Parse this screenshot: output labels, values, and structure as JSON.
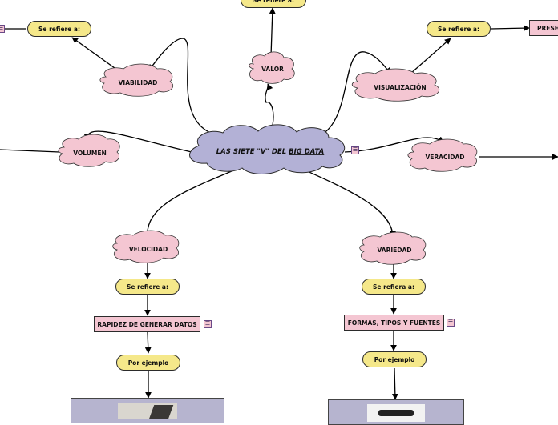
{
  "map": {
    "central_label": "LAS SIETE \"V\" DEL BIG DATA",
    "central_prefix": "LAS SIETE \"V\" DEL ",
    "central_underlined": "BIG DATA",
    "clouds": {
      "valor": "VALOR",
      "viabilidad": "VIABILIDAD",
      "visualizacion": "VISUALIZACIÓN",
      "volumen": "VOLUMEN",
      "veracidad": "VERACIDAD",
      "velocidad": "VELOCIDAD",
      "variedad": "VARIEDAD"
    },
    "pills": {
      "top_center": "Se refiere a:",
      "top_left": "Se refiere a:",
      "top_right": "Se refiere a:",
      "velocidad_refiere": "Se refiere a:",
      "variedad_refiere": "Se refiera a:",
      "velocidad_ejemplo": "Por ejemplo",
      "variedad_ejemplo": "Por ejemplo"
    },
    "boxes": {
      "velocidad_def": "RAPIDEZ DE GENERAR DATOS",
      "variedad_def": "FORMAS, TIPOS Y FUENTES",
      "visualizacion_def": "PRESE"
    },
    "note_glyph": "☰",
    "colors": {
      "central_fill": "#b3b1d6",
      "cloud_fill": "#f4c6d2",
      "pill_fill": "#f5e88a",
      "image_frame": "#b6b4cf"
    }
  }
}
